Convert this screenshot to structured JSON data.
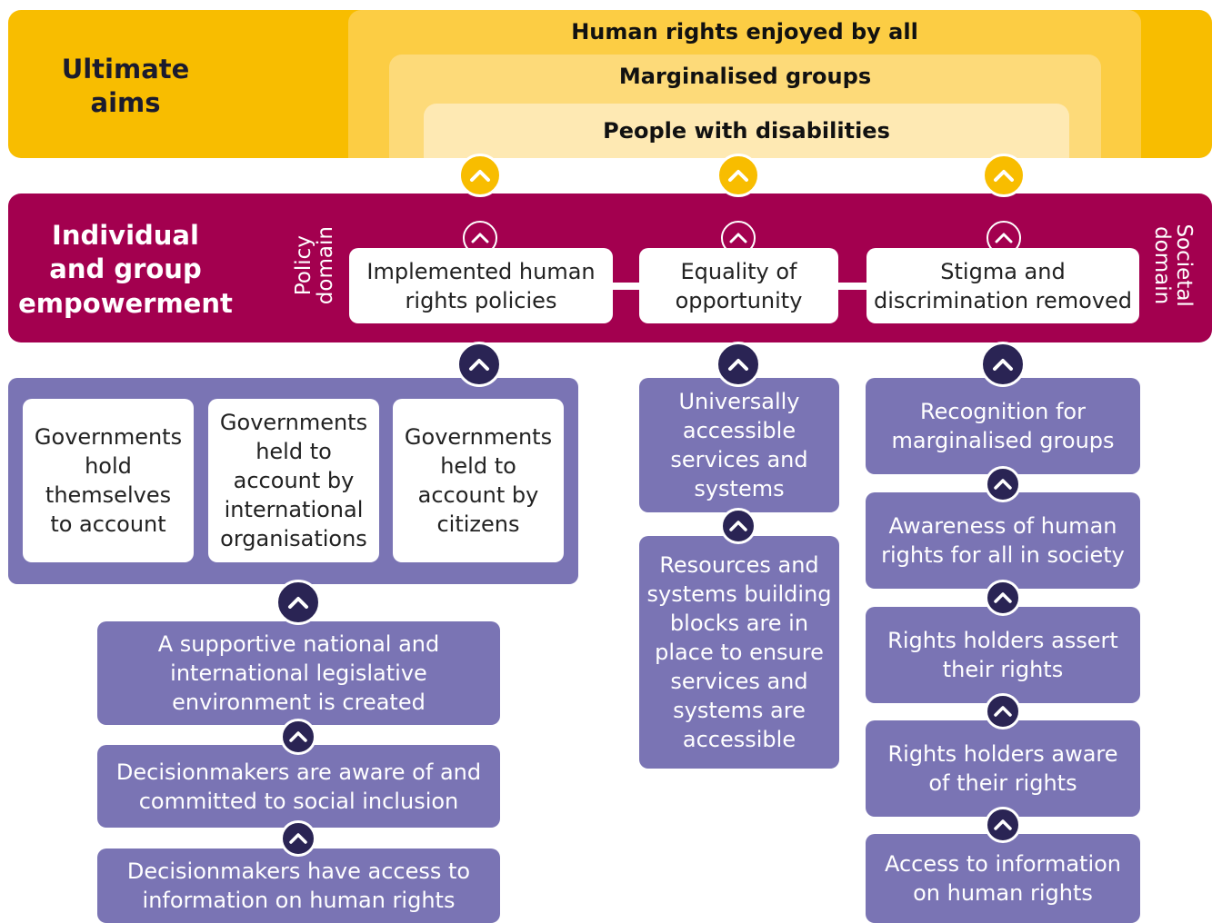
{
  "ultimate": {
    "heading": "Ultimate\naims",
    "level1": "Human rights enjoyed by all",
    "level2": "Marginalised groups",
    "level3": "People with disabilities"
  },
  "empowerment": {
    "heading": "Individual\nand group\nempowerment",
    "policy_domain": [
      "Policy",
      "domain"
    ],
    "societal_domain": [
      "Societal",
      "domain"
    ],
    "outcomes": [
      "Implemented human\nrights policies",
      "Equality of\nopportunity",
      "Stigma and\ndiscrimination removed"
    ]
  },
  "accountability": {
    "boxes": [
      "Governments\nhold\nthemselves\nto account",
      "Governments\nheld to\naccount by\ninternational\norganisations",
      "Governments\nheld to\naccount by\ncitizens"
    ]
  },
  "policy_chain": [
    "A supportive national and\ninternational legislative\nenvironment is created",
    "Decisionmakers are aware of and\ncommitted to social inclusion",
    "Decisionmakers have access to\ninformation on human rights"
  ],
  "opportunity_chain": [
    "Universally\naccessible\nservices and\nsystems",
    "Resources and\nsystems building\nblocks are in\nplace to ensure\nservices and\nsystems are\naccessible"
  ],
  "societal_chain": [
    "Recognition for\nmarginalised groups",
    "Awareness of human\nrights for all in society",
    "Rights holders assert\ntheir rights",
    "Rights holders aware\nof their rights",
    "Access to information\non human rights"
  ],
  "colors": {
    "yellow": "#f8bd00",
    "magenta": "#a3004f",
    "lavender": "#7a74b4",
    "navy": "#2a2454"
  },
  "icons": {
    "arrow": "chevron-up-icon"
  }
}
